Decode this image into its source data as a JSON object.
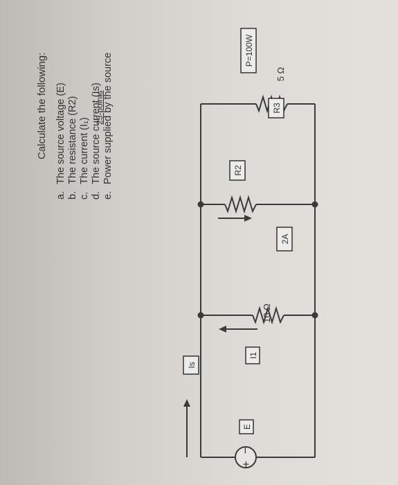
{
  "prompt": "Calculate the following:",
  "questions": [
    {
      "letter": "a.",
      "text": "The source voltage (E)"
    },
    {
      "letter": "b.",
      "text": "The resistance (R2)"
    },
    {
      "letter": "c.",
      "text": "The current (I₁)"
    },
    {
      "letter": "d.",
      "text": "The source current (Is)"
    },
    {
      "letter": "e.",
      "text": "Power supplied by the source"
    }
  ],
  "points": "25-points",
  "circuit": {
    "source_label": "E",
    "source_plus": "+",
    "source_minus": "−",
    "source_current_label": "Is",
    "branch1_current_label": "I1",
    "r1_value": "10 Ω",
    "r2_label": "R2",
    "current_2a": "2A",
    "r3_label": "R3",
    "r3_value": "5 Ω",
    "power_label": "P=100W"
  }
}
